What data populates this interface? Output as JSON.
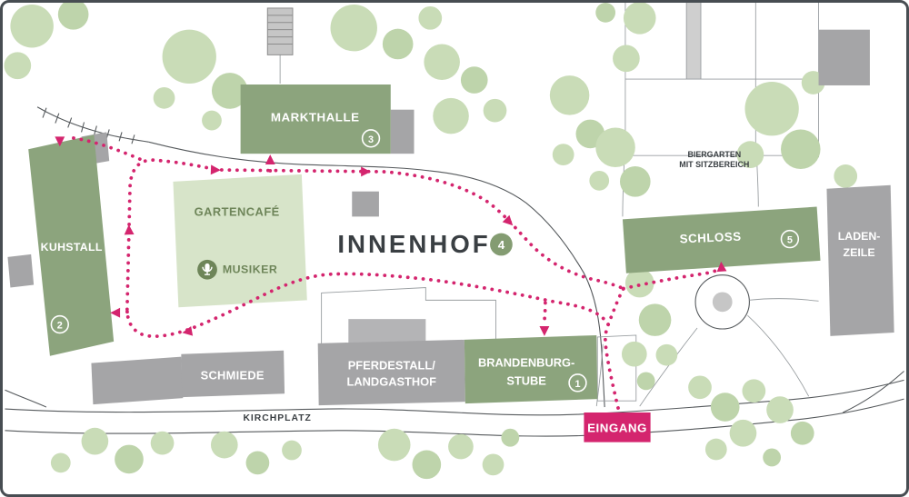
{
  "map": {
    "buildings": {
      "markthalle": {
        "label": "MARKTHALLE",
        "number": "3"
      },
      "kuhstall": {
        "label": "KUHSTALL",
        "number": "2"
      },
      "gartencafe": {
        "label": "GARTENCAFÉ",
        "musiker_label": "MUSIKER"
      },
      "schloss": {
        "label": "SCHLOSS",
        "number": "5"
      },
      "ladenzeile": {
        "line1": "LADEN-",
        "line2": "ZEILE"
      },
      "schmiede": {
        "label": "SCHMIEDE"
      },
      "pferdestall": {
        "line1": "PFERDESTALL/",
        "line2": "LANDGASTHOF"
      },
      "brandenburgstube": {
        "line1": "BRANDENBURG-",
        "line2": "STUBE",
        "number": "1"
      }
    },
    "areas": {
      "innenhof": {
        "label": "INNENHOF",
        "number": "4"
      },
      "biergarten": {
        "line1": "BIERGARTEN",
        "line2": "MIT SITZBEREICH"
      },
      "kirchplatz": {
        "label": "KIRCHPLATZ"
      },
      "eingang": {
        "label": "EINGANG"
      }
    },
    "colors": {
      "building_green": "#8CA47D",
      "building_light_green": "#D7E4C9",
      "building_gray": "#A5A5A7",
      "tree_green": "#C9DCB7",
      "route_pink": "#D4256E",
      "road_gray": "#55595C",
      "text_dark": "#3A3F43",
      "label_green": "#6E8559",
      "frame_border": "#474D52"
    }
  }
}
